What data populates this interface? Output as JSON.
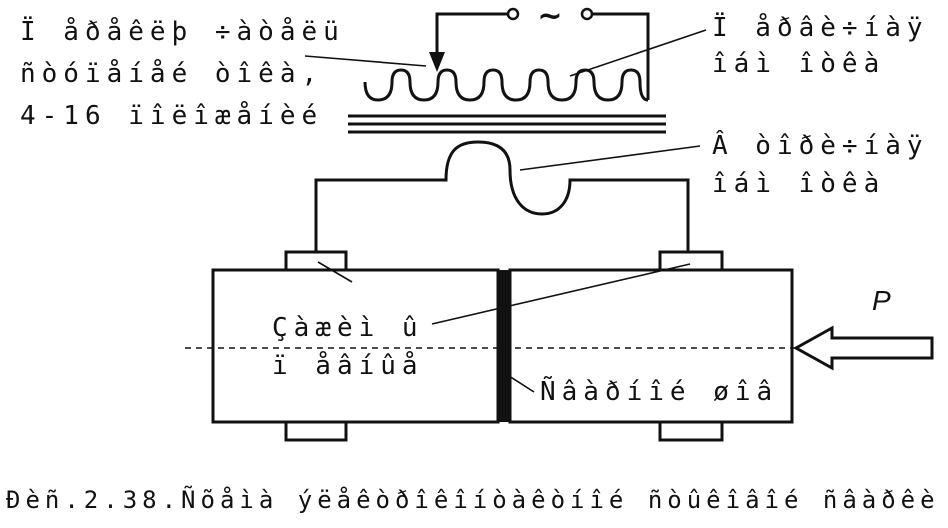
{
  "labels": {
    "adjustable_winding": [
      "Ï åðåêëþ ÷àòåëü",
      "ñòóïåíåé òîêà,",
      "4-16 ïîëîæåíèé"
    ],
    "primary_winding": [
      "Ï åðâè÷íàÿ",
      "îáì îòêà"
    ],
    "secondary_winding": [
      "Â òîðè÷íàÿ",
      "îáì îòêà"
    ],
    "clamps": [
      "Çàæèì û",
      "ï åâíûå"
    ],
    "weld_seam": "Ñâàðíîé øîâ",
    "force": "P",
    "ac_symbol": "~"
  },
  "caption": "Ðèñ.2.38.Ñõåìà ýëåêòðîêîíòàêòíîé ñòûêîâîé ñâàðêè",
  "colors": {
    "ink": "#111111",
    "background": "#ffffff"
  }
}
